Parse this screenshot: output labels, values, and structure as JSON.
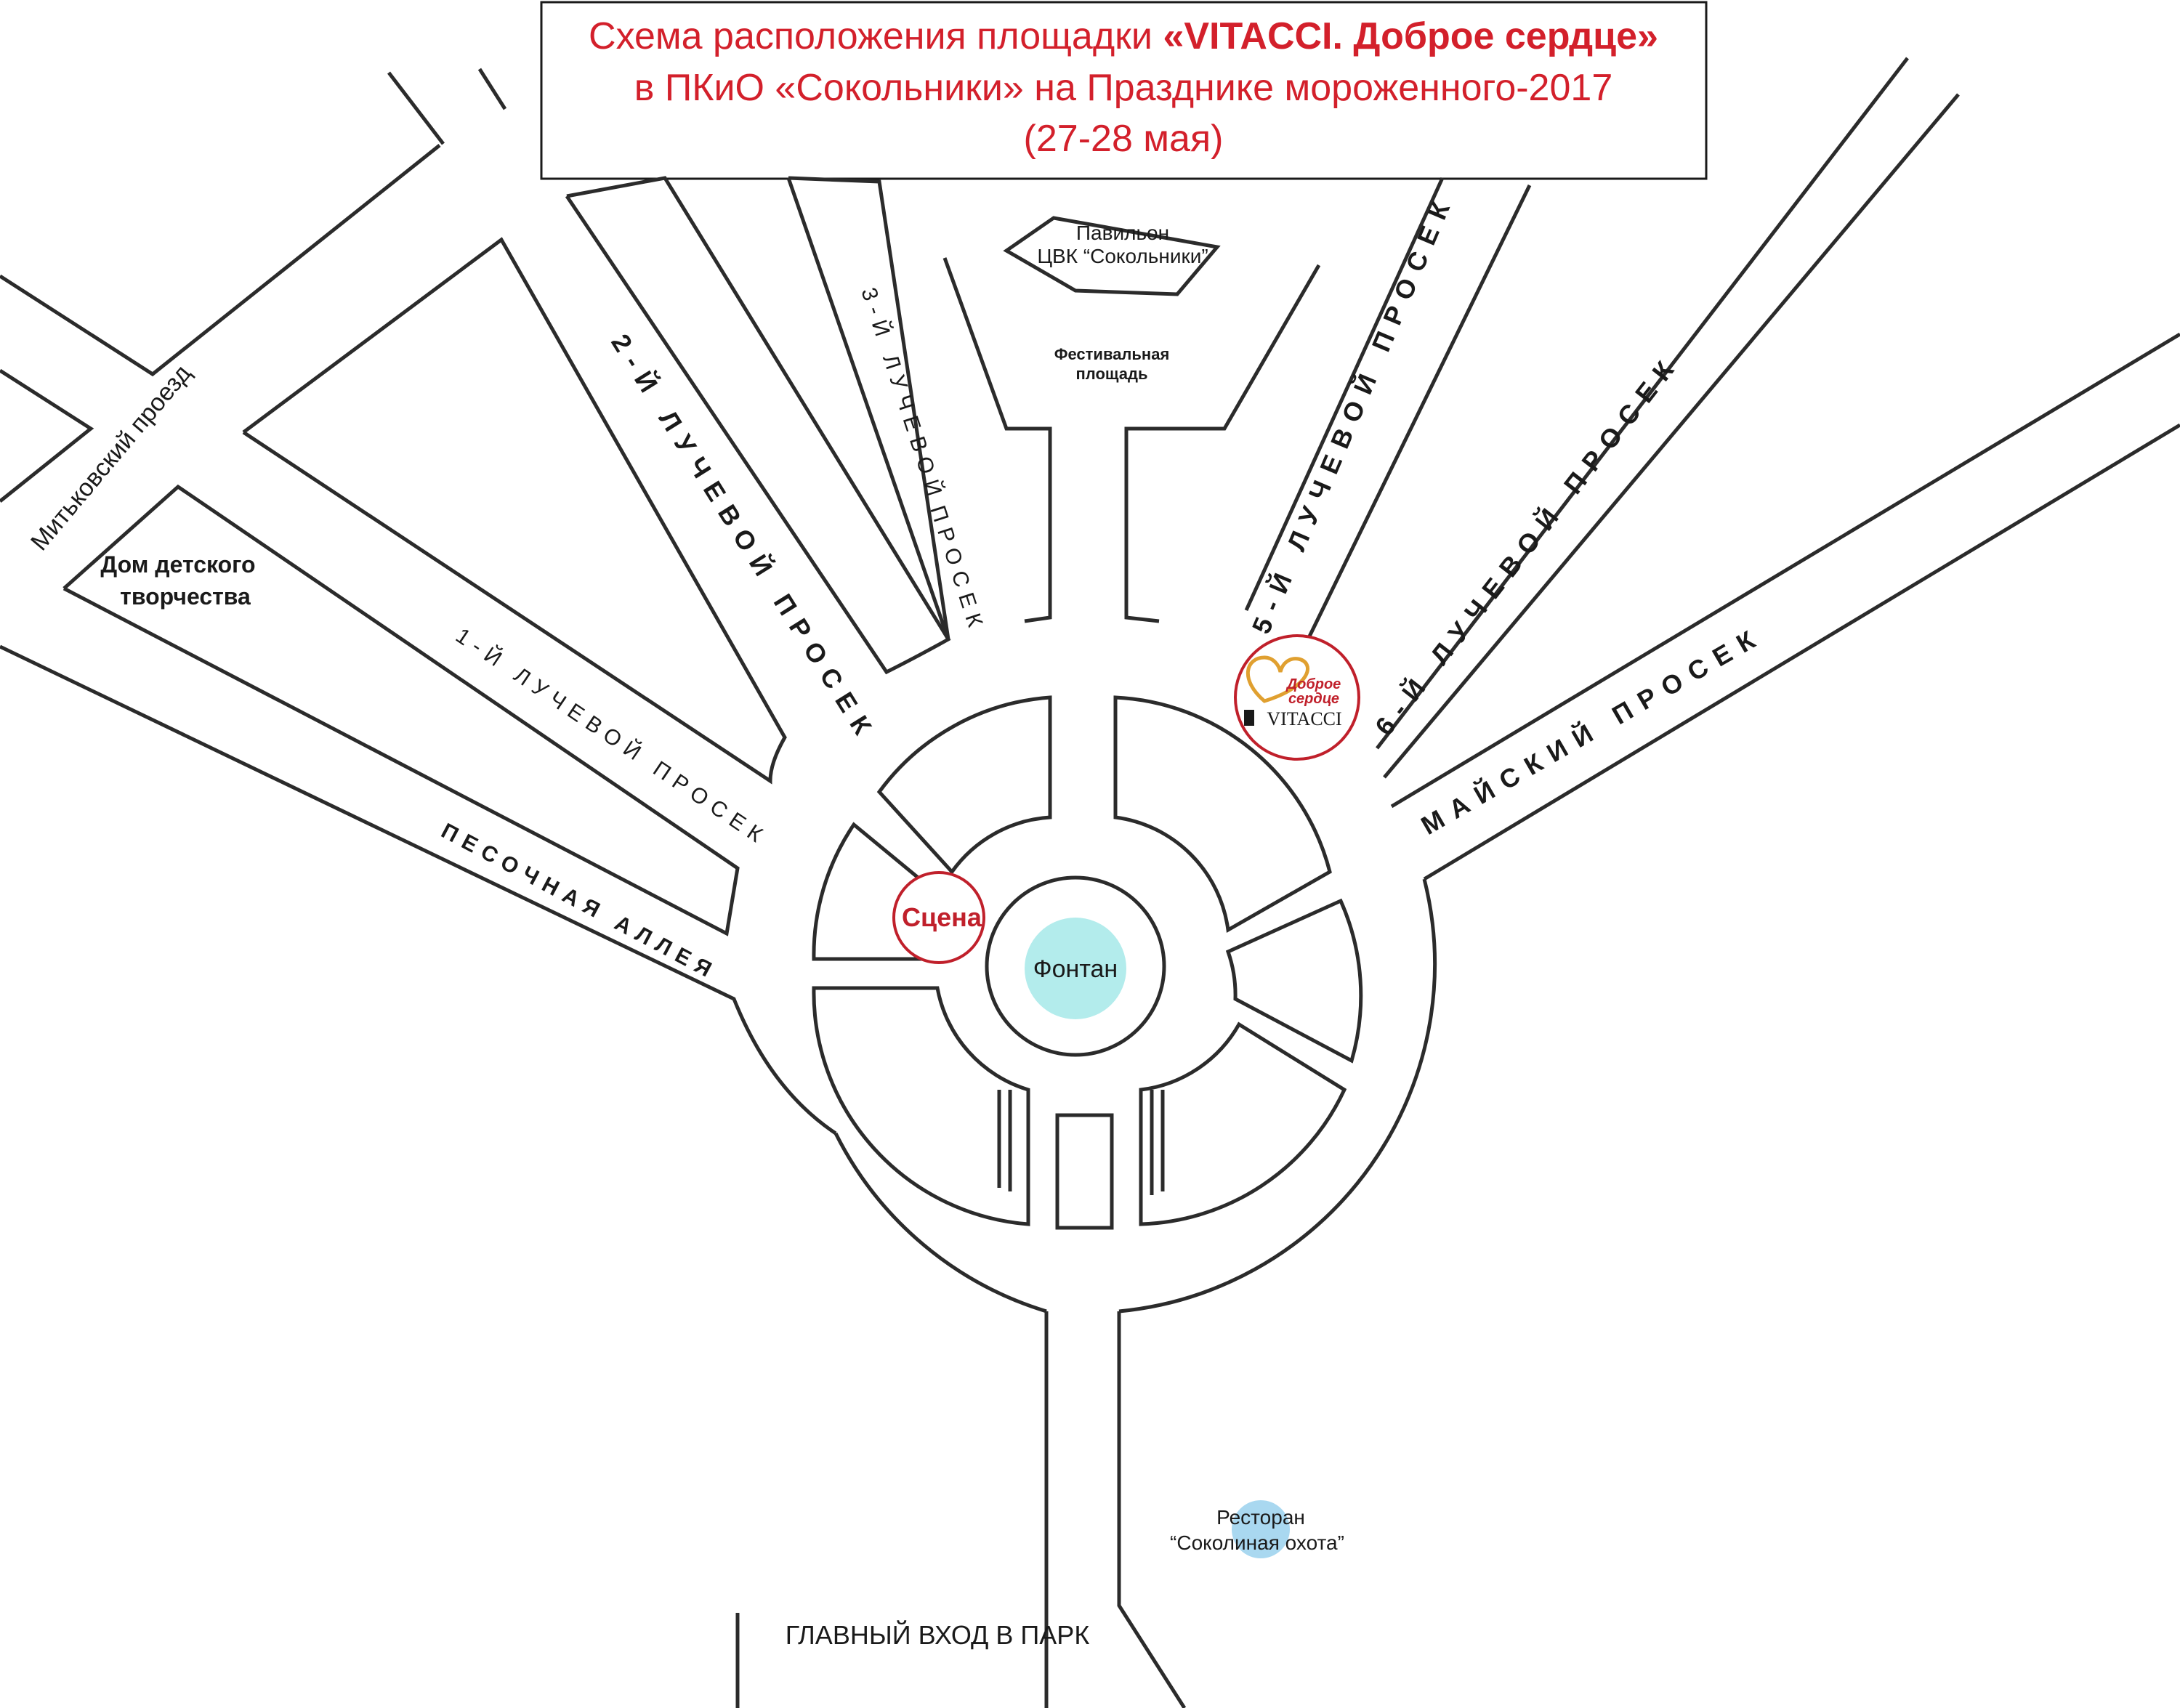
{
  "title": {
    "line1_prefix": "Схема расположения площадки ",
    "line1_brand": "«VITACCI. Доброе сердце»",
    "line2": "в ПКиО «Сокольники» на Празднике мороженного-2017",
    "line3": "(27-28 мая)"
  },
  "streets": {
    "mitkovsky": "Митьковский проезд",
    "luch1": "1-Й ЛУЧЕВОЙ ПРОСЕК",
    "luch2": "2-Й ЛУЧЕВОЙ ПРОСЕК",
    "luch3a": "3-Й ЛУЧЕВОЙ",
    "luch3b": "ПРОСЕК",
    "luch5": "5-Й ЛУЧЕВОЙ ПРОСЕК",
    "luch6": "6-Й ЛУЧЕВОЙ ПРОСЕК",
    "maysky": "МАЙСКИЙ ПРОСЕК",
    "pesochnaya": "ПЕСОЧНАЯ АЛЛЕЯ"
  },
  "places": {
    "dom_line1": "Дом детского",
    "dom_line2": "творчества",
    "pavilion_line1": "Павильон",
    "pavilion_line2": "ЦВК “Сокольники”",
    "festival_line1": "Фестивальная",
    "festival_line2": "площадь",
    "fountain": "Фонтан",
    "stage": "Сцена",
    "restaurant_line1": "Ресторан",
    "restaurant_line2": "“Соколиная охота”",
    "main_entrance": "ГЛАВНЫЙ ВХОД В ПАРК"
  },
  "logo": {
    "line1": "Доброе",
    "line2": "сердце",
    "brand": "VITACCI"
  },
  "colors": {
    "title_red": "#d3202b",
    "marker_red": "#c0202b",
    "fountain_fill": "#b3ecec",
    "restaurant_fill": "#a9d8f0",
    "road_stroke": "#2b2b2b",
    "logo_gold": "#e0a030"
  }
}
